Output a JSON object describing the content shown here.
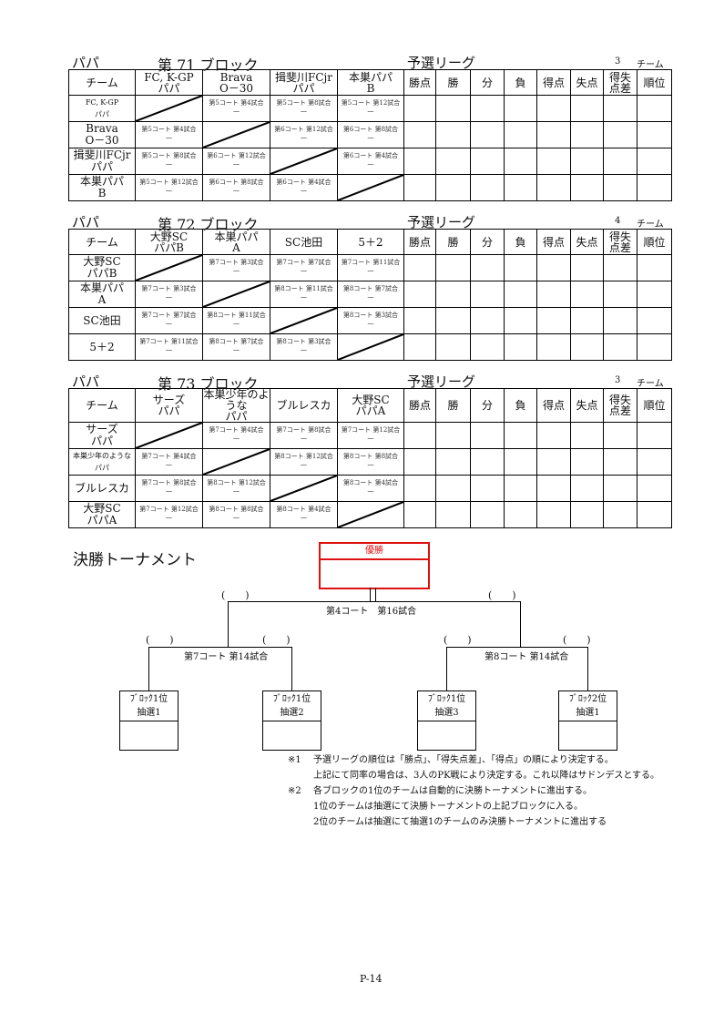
{
  "blocks": [
    {
      "label": "パパ",
      "title": "第 71 ブロック",
      "league": "予選リーグ",
      "count": "3",
      "count_unit": "チーム",
      "team_header": "チーム",
      "teams": [
        "FC, K-GP\nパパ",
        "Brava\nO－30",
        "揖斐川FCjr\nパパ",
        "本巣パパ\nB"
      ],
      "matches": [
        [
          null,
          "第5コート 第4試合",
          "第5コート 第8試合",
          "第5コート 第12試合"
        ],
        [
          "第5コート 第4試合",
          null,
          "第6コート 第12試合",
          "第6コート 第8試合"
        ],
        [
          "第5コート 第8試合",
          "第6コート 第12試合",
          null,
          "第6コート 第4試合"
        ],
        [
          "第5コート 第12試合",
          "第6コート 第8試合",
          "第6コート 第4試合",
          null
        ]
      ]
    },
    {
      "label": "パパ",
      "title": "第 72 ブロック",
      "league": "予選リーグ",
      "count": "4",
      "count_unit": "チーム",
      "team_header": "チーム",
      "teams": [
        "大野SC\nパパB",
        "本巣パパ\nA",
        "SC池田",
        "5＋2"
      ],
      "matches": [
        [
          null,
          "第7コート 第3試合",
          "第7コート 第7試合",
          "第7コート 第11試合"
        ],
        [
          "第7コート 第3試合",
          null,
          "第8コート 第11試合",
          "第8コート 第7試合"
        ],
        [
          "第7コート 第7試合",
          "第8コート 第11試合",
          null,
          "第8コート 第3試合"
        ],
        [
          "第7コート 第11試合",
          "第8コート 第7試合",
          "第8コート 第3試合",
          null
        ]
      ]
    },
    {
      "label": "パパ",
      "title": "第 73 ブロック",
      "league": "予選リーグ",
      "count": "3",
      "count_unit": "チーム",
      "team_header": "チーム",
      "teams": [
        "サーズ\nパパ",
        "本巣少年のような\nパパ",
        "ブルレスカ",
        "大野SC\nパパA"
      ],
      "matches": [
        [
          null,
          "第7コート 第4試合",
          "第7コート 第8試合",
          "第7コート 第12試合"
        ],
        [
          "第7コート 第4試合",
          null,
          "第8コート 第12試合",
          "第8コート 第8試合"
        ],
        [
          "第7コート 第8試合",
          "第8コート 第12試合",
          null,
          "第8コート 第4試合"
        ],
        [
          "第7コート 第12試合",
          "第8コート 第8試合",
          "第8コート 第4試合",
          null
        ]
      ]
    }
  ],
  "score_placeholder": "－",
  "stat_headers": [
    "勝点",
    "勝",
    "分",
    "負",
    "得点",
    "失点",
    "得失\n点差",
    "順位"
  ],
  "tournament": {
    "title": "決勝トーナメント",
    "winner_label": "優勝",
    "final_label": "第4コート　第16試合",
    "semi_left_label": "第7コート 第14試合",
    "semi_right_label": "第8コート 第14試合",
    "paren": "(　　)",
    "slots": [
      {
        "line1": "ﾌﾞﾛｯｸ1位",
        "line2": "抽選1"
      },
      {
        "line1": "ﾌﾞﾛｯｸ1位",
        "line2": "抽選2"
      },
      {
        "line1": "ﾌﾞﾛｯｸ1位",
        "line2": "抽選3"
      },
      {
        "line1": "ﾌﾞﾛｯｸ2位",
        "line2": "抽選1"
      }
    ]
  },
  "notes": [
    {
      "mark": "※1",
      "text": "予選リーグの順位は「勝点」、「得失点差」、「得点」の順により決定する。"
    },
    {
      "mark": "",
      "text": "上記にて同率の場合は、3人のPK戦により決定する。これ以降はサドンデスとする。"
    },
    {
      "mark": "※2",
      "text": "各ブロックの1位のチームは自動的に決勝トーナメントに進出する。"
    },
    {
      "mark": "",
      "text": "1位のチームは抽選にて決勝トーナメントの上記ブロックに入る。"
    },
    {
      "mark": "",
      "text": "2位のチームは抽選にて抽選1のチームのみ決勝トーナメントに進出する"
    }
  ],
  "page_number": "P-14"
}
